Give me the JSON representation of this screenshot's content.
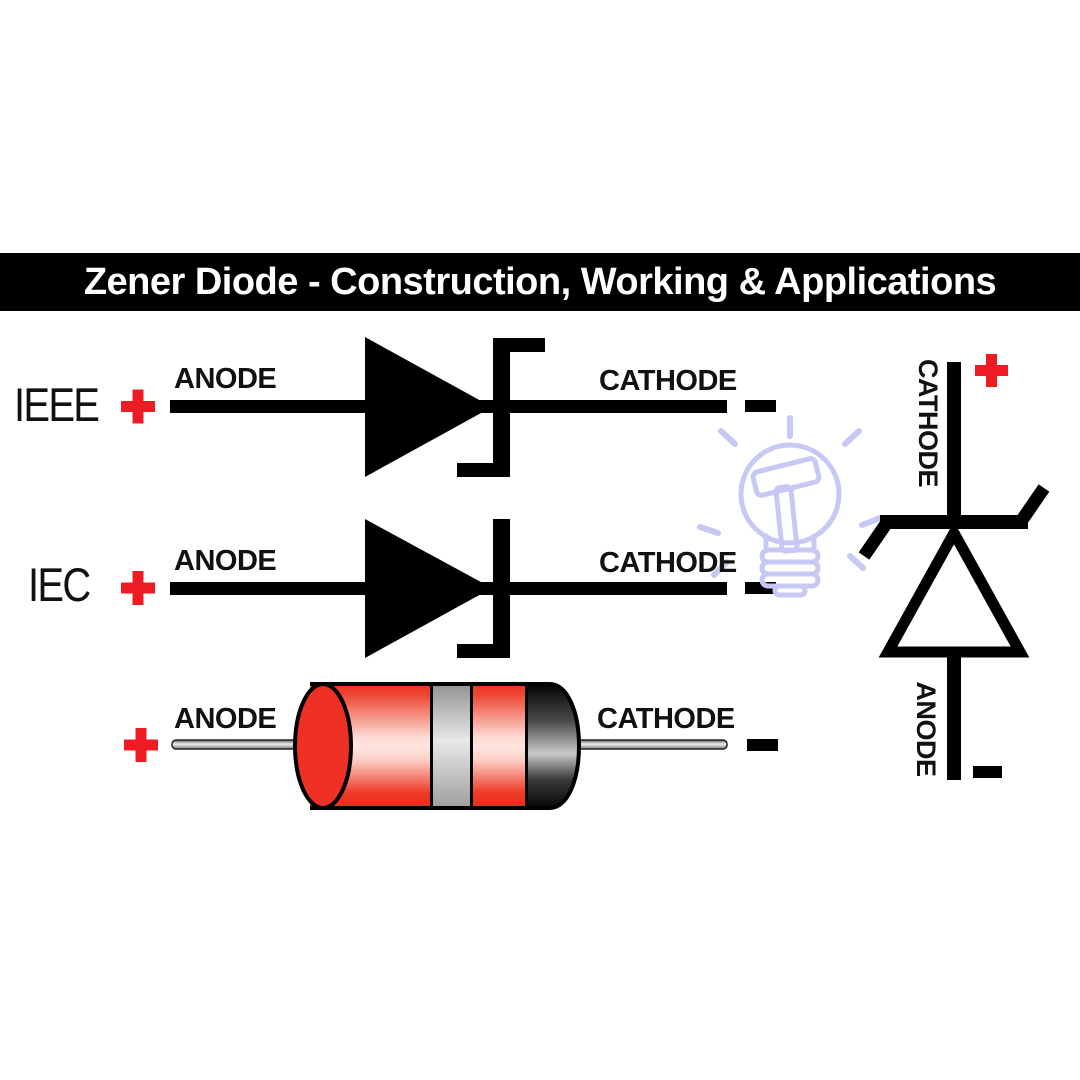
{
  "title": "Zener Diode - Construction, Working & Applications",
  "ieee": {
    "label": "IEEE",
    "anode": "ANODE",
    "cathode": "CATHODE"
  },
  "iec": {
    "label": "IEC",
    "anode": "ANODE",
    "cathode": "CATHODE"
  },
  "package": {
    "anode": "ANODE",
    "cathode": "CATHODE"
  },
  "vertical": {
    "cathode": "CATHODE",
    "anode": "ANODE"
  },
  "icons": {
    "positive_terminal": "plus-icon",
    "negative_terminal": "minus-icon",
    "idea": "lightbulb-icon"
  },
  "colors": {
    "accent_red": "#ed1c24",
    "diode_body_red": "#ee3124",
    "band_silver": "#c9c9c9",
    "band_black": "#000000",
    "bulb_outline": "#c7c8f3",
    "bar_background": "#000000",
    "ink": "#000000"
  }
}
